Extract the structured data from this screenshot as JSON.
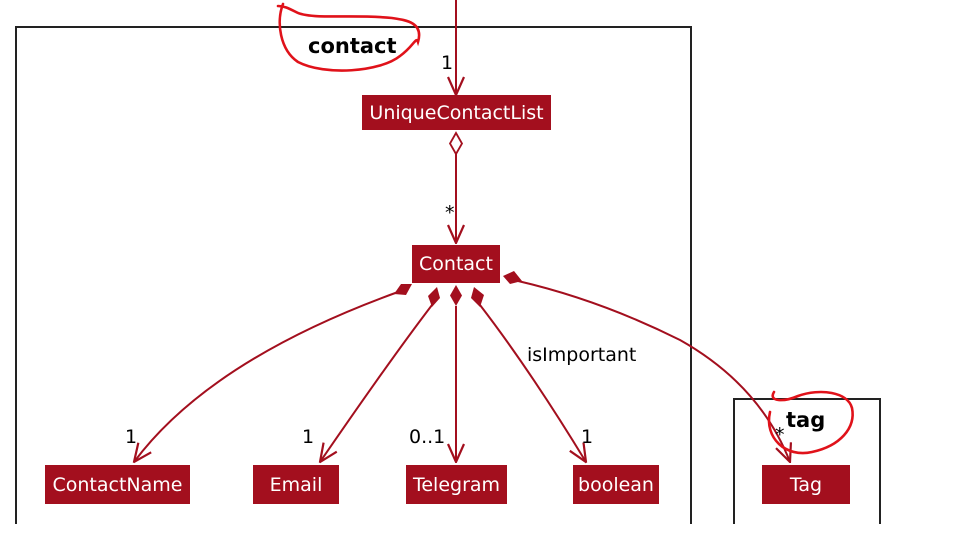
{
  "packages": {
    "contact": "contact",
    "tag": "tag"
  },
  "classes": {
    "unique_contact_list": "UniqueContactList",
    "contact": "Contact",
    "contact_name": "ContactName",
    "email": "Email",
    "telegram": "Telegram",
    "boolean": "boolean",
    "tag": "Tag"
  },
  "multiplicities": {
    "unique_list_top": "1",
    "contact_in_list": "*",
    "contact_name": "1",
    "email": "1",
    "telegram": "0..1",
    "boolean": "1",
    "tag": "*"
  },
  "association_labels": {
    "boolean": "isImportant"
  },
  "colors": {
    "class_fill": "#a30f1e",
    "arrow": "#a30f1e",
    "annotation": "#e0121a"
  }
}
